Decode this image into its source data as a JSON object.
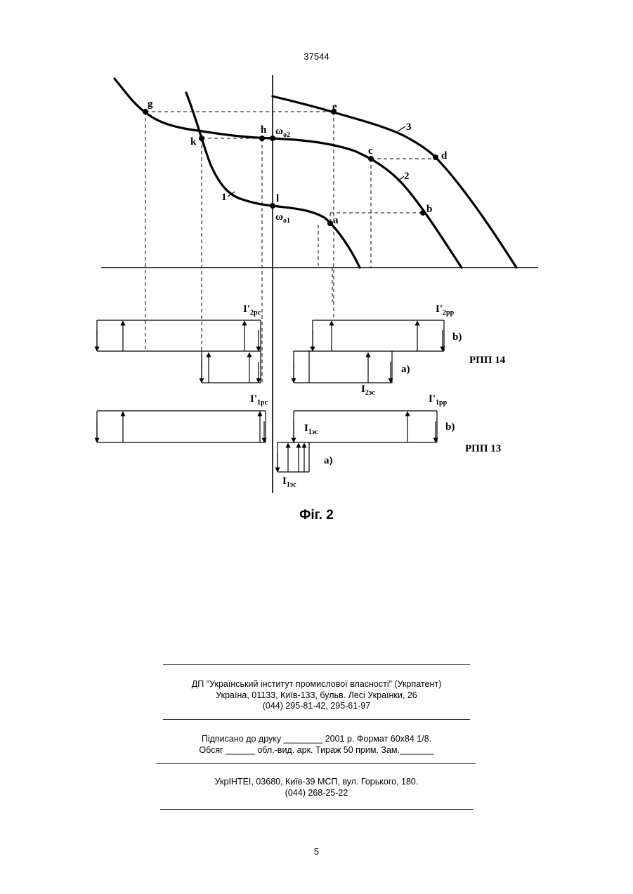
{
  "header": {
    "doc_number": "37544"
  },
  "figure": {
    "caption": "Фіг. 2",
    "points": [
      "g",
      "e",
      "h",
      "k",
      "c",
      "d",
      "l",
      "b",
      "a"
    ],
    "omega_02": {
      "base": "ω",
      "sub": "o2"
    },
    "omega_01": {
      "base": "ω",
      "sub": "o1"
    },
    "curve_labels": [
      "1",
      "2",
      "3"
    ],
    "current_labels": {
      "i2pc": {
        "base": "I'",
        "sub": "2pc"
      },
      "i2pp": {
        "base": "I'",
        "sub": "2pp"
      },
      "i2ec": {
        "base": "I",
        "sub": "2эс"
      },
      "i1pc": {
        "base": "I'",
        "sub": "1pc"
      },
      "i1pp": {
        "base": "I'",
        "sub": "1pp"
      },
      "i1ec_upper": {
        "base": "I",
        "sub": "1эс"
      },
      "i1ec_lower": {
        "base": "I",
        "sub": "1эс"
      }
    },
    "variant_b": "b)",
    "variant_a": "a)",
    "rpp14": "РПП 14",
    "rpp13": "РПП 13"
  },
  "imprint": {
    "org": "ДП \"Український інститут промислової власності\" (Укрпатент)",
    "address": "Україна, 01133, Київ-133, бульв. Лесі Українки, 26",
    "phone": "(044) 295-81-42, 295-61-97",
    "signed": "Підписано до друку ________ 2001 р.    Формат 60х84 1/8.",
    "volume": "Обсяг ______ обл.-вид. арк.   Тираж 50 прим.    Зам._______",
    "printer": "УкрІНТЕІ, 03680, Київ-39 МСП, вул. Горького, 180.",
    "printer_phone": "(044) 268-25-22"
  },
  "footer": {
    "page_number": "5"
  }
}
